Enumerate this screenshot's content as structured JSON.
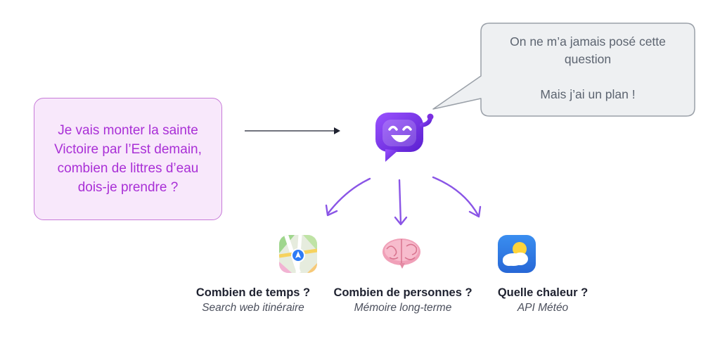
{
  "user_question": "Je vais monter la sainte\nVictoire par l’Est demain,\ncombien de littres d’eau\ndois-je prendre ?",
  "bot_reply": {
    "line1": "On ne m’a jamais posé cette",
    "line2": "question",
    "line3": "Mais j’ai un plan !"
  },
  "tools": [
    {
      "title": "Combien de temps ?",
      "subtitle": "Search web itinéraire",
      "icon": "maps-app-icon"
    },
    {
      "title": "Combien de personnes ?",
      "subtitle": "Mémoire long-terme",
      "icon": "brain-icon"
    },
    {
      "title": "Quelle chaleur ?",
      "subtitle": "API Météo",
      "icon": "weather-app-icon"
    }
  ],
  "colors": {
    "accent": "#a92fd6",
    "bot": "#7b2fe0",
    "arrows": "#8a55e6",
    "bubble_fill": "#eef0f2",
    "bubble_border": "#9aa0a8"
  }
}
